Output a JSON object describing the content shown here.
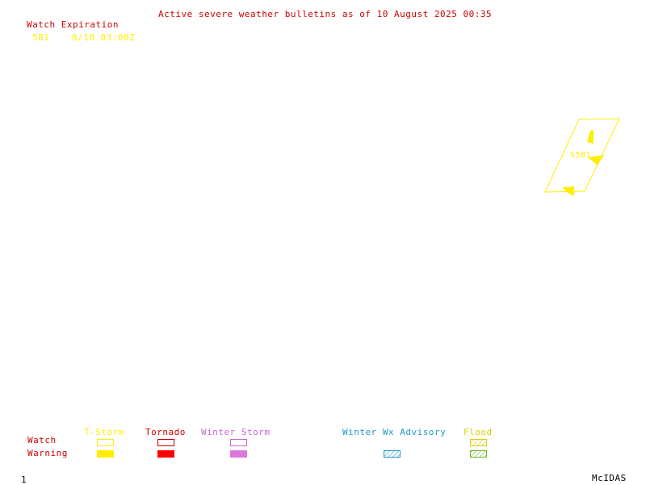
{
  "header": {
    "title": "Active severe weather bulletins as of 10 August 2025 00:35",
    "watch_col_label": "Watch Expiration"
  },
  "watches": [
    {
      "number": "581",
      "expiration": "8/10 03:00Z"
    }
  ],
  "map": {
    "watch_box_label": "S581",
    "watch_box_color": "#ffee00"
  },
  "legend": {
    "categories": [
      {
        "label": "T-Storm",
        "color": "#ffee00"
      },
      {
        "label": "Tornado",
        "color": "#cc0000"
      },
      {
        "label": "Winter Storm",
        "color": "#cc66cc"
      },
      {
        "label": "Winter Wx Advisory",
        "color": "#2299cc"
      },
      {
        "label": "Flood",
        "color": "#ddcc00",
        "warning_color": "#66bb22"
      }
    ],
    "row_labels": {
      "watch": "Watch",
      "warning": "Warning"
    }
  },
  "footer": {
    "frame_number": "1",
    "product": "McIDAS"
  }
}
